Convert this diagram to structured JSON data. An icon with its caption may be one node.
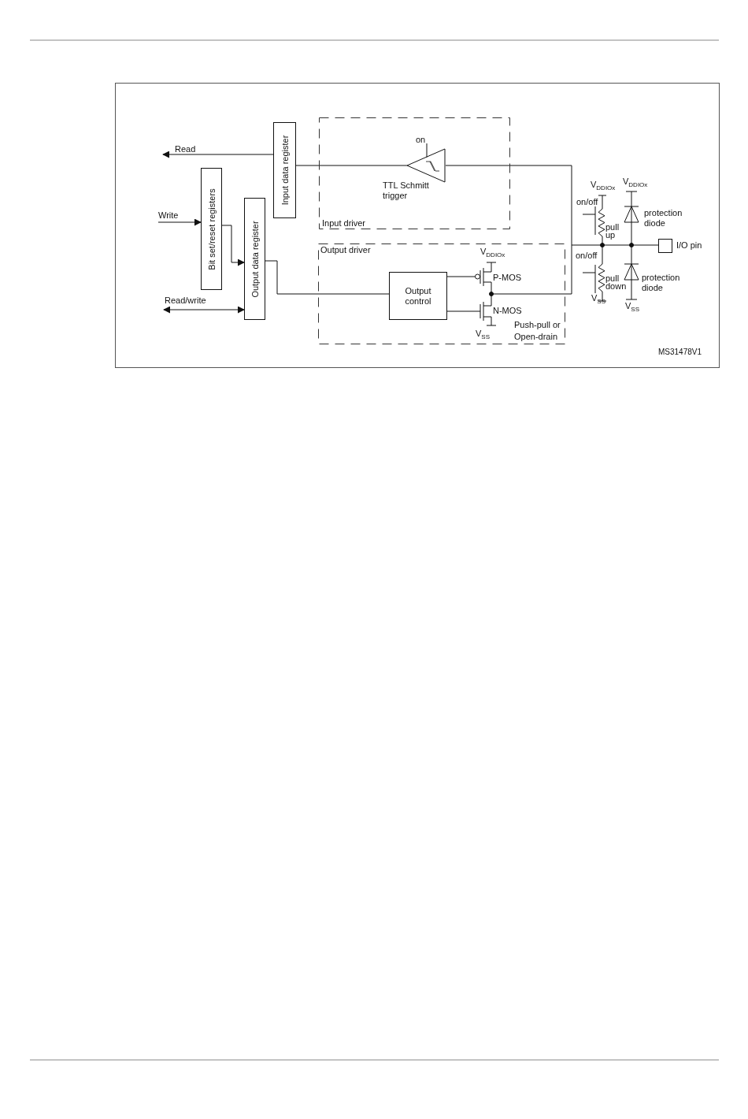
{
  "diagram": {
    "nodes": [
      {
        "text": [
          "Input driver"
        ]
      },
      {
        "text": [
          "TTL Schmitt trigger"
        ],
        "in": 0,
        "beside": [
          "on"
        ]
      },
      {
        "text": [
          "Output driver"
        ]
      },
      {
        "text": [
          "Output control"
        ],
        "in": 2
      },
      {
        "text": [
          "Input data register"
        ]
      },
      {
        "text": [
          "Bit set/reset registers"
        ]
      },
      {
        "text": [
          "Output data register"
        ]
      },
      {
        "text": [],
        "shape": "box",
        "beside": [
          "I/O pin"
        ]
      }
    ],
    "edges": [
      {
        "from": 4,
        "to": null,
        "arrow": "to",
        "label": "Read"
      },
      {
        "from": null,
        "to": 5,
        "arrow": "to",
        "label": "Write"
      },
      {
        "from": null,
        "to": 6,
        "arrow": "both",
        "label": "Read/write"
      },
      {
        "from": 5,
        "to": 6,
        "arrow": "to"
      },
      {
        "from": 1,
        "to": 4,
        "arrow": "none"
      },
      {
        "from": 6,
        "to": 3,
        "arrow": "none"
      },
      {
        "from": 1,
        "to": 7,
        "arrow": "none"
      }
    ],
    "labels": [
      "V$_{DDIOx}$",
      "V$_{DDIOx}$",
      "on/off",
      "protection diode",
      "pull up",
      "V$_{DDIOx}$",
      "on/off",
      "P-MOS",
      "protection diode",
      "pull down",
      "V$_{SS}$",
      "N-MOS",
      "V$_{SS}$",
      "Push-pull or Open-drain",
      "V$_{SS}$",
      "MS31478V1"
    ]
  }
}
